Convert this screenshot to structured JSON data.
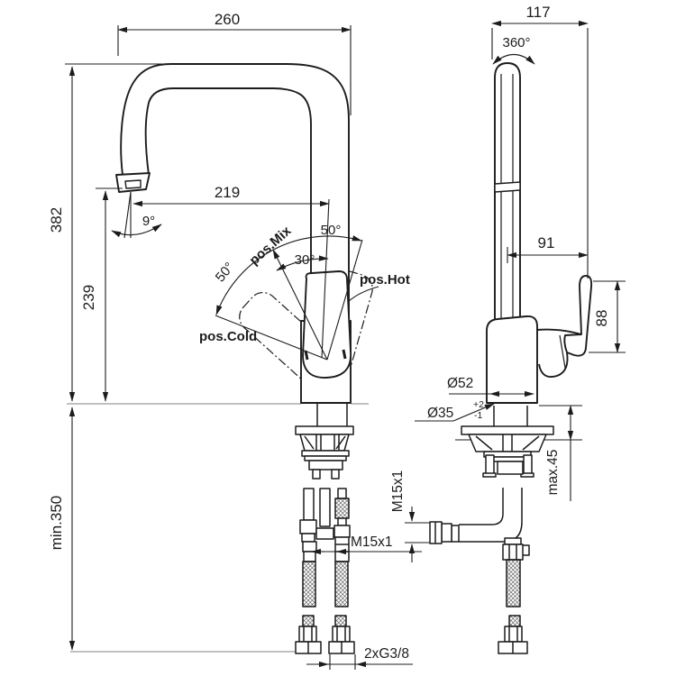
{
  "drawing": {
    "front_view": {
      "dim_overall_width": "260",
      "dim_spout_reach": "219",
      "dim_overall_height": "382",
      "dim_spout_height": "239",
      "dim_min_clearance": "min.350",
      "angle_spout": "9°",
      "angle_handle_right": "50°",
      "angle_handle_mix": "30°",
      "angle_handle_left": "50°",
      "label_mix": "pos.Mix",
      "label_hot": "pos.Hot",
      "label_cold": "pos.Cold",
      "thread_hose": "M15x1",
      "thread_supply": "2xG3/8"
    },
    "side_view": {
      "dim_depth": "117",
      "angle_swivel": "360°",
      "dim_handle_reach": "91",
      "dim_handle_height": "88",
      "dim_base_diameter": "Ø52",
      "dim_hole_diameter": "Ø35",
      "hole_tol_plus": "+2",
      "hole_tol_minus": "-1",
      "dim_deck_thickness": "max.45",
      "thread_hose": "M15x1"
    },
    "colors": {
      "line": "#1c1c1c",
      "reference_line": "#9a9a9a",
      "background": "#ffffff"
    }
  }
}
